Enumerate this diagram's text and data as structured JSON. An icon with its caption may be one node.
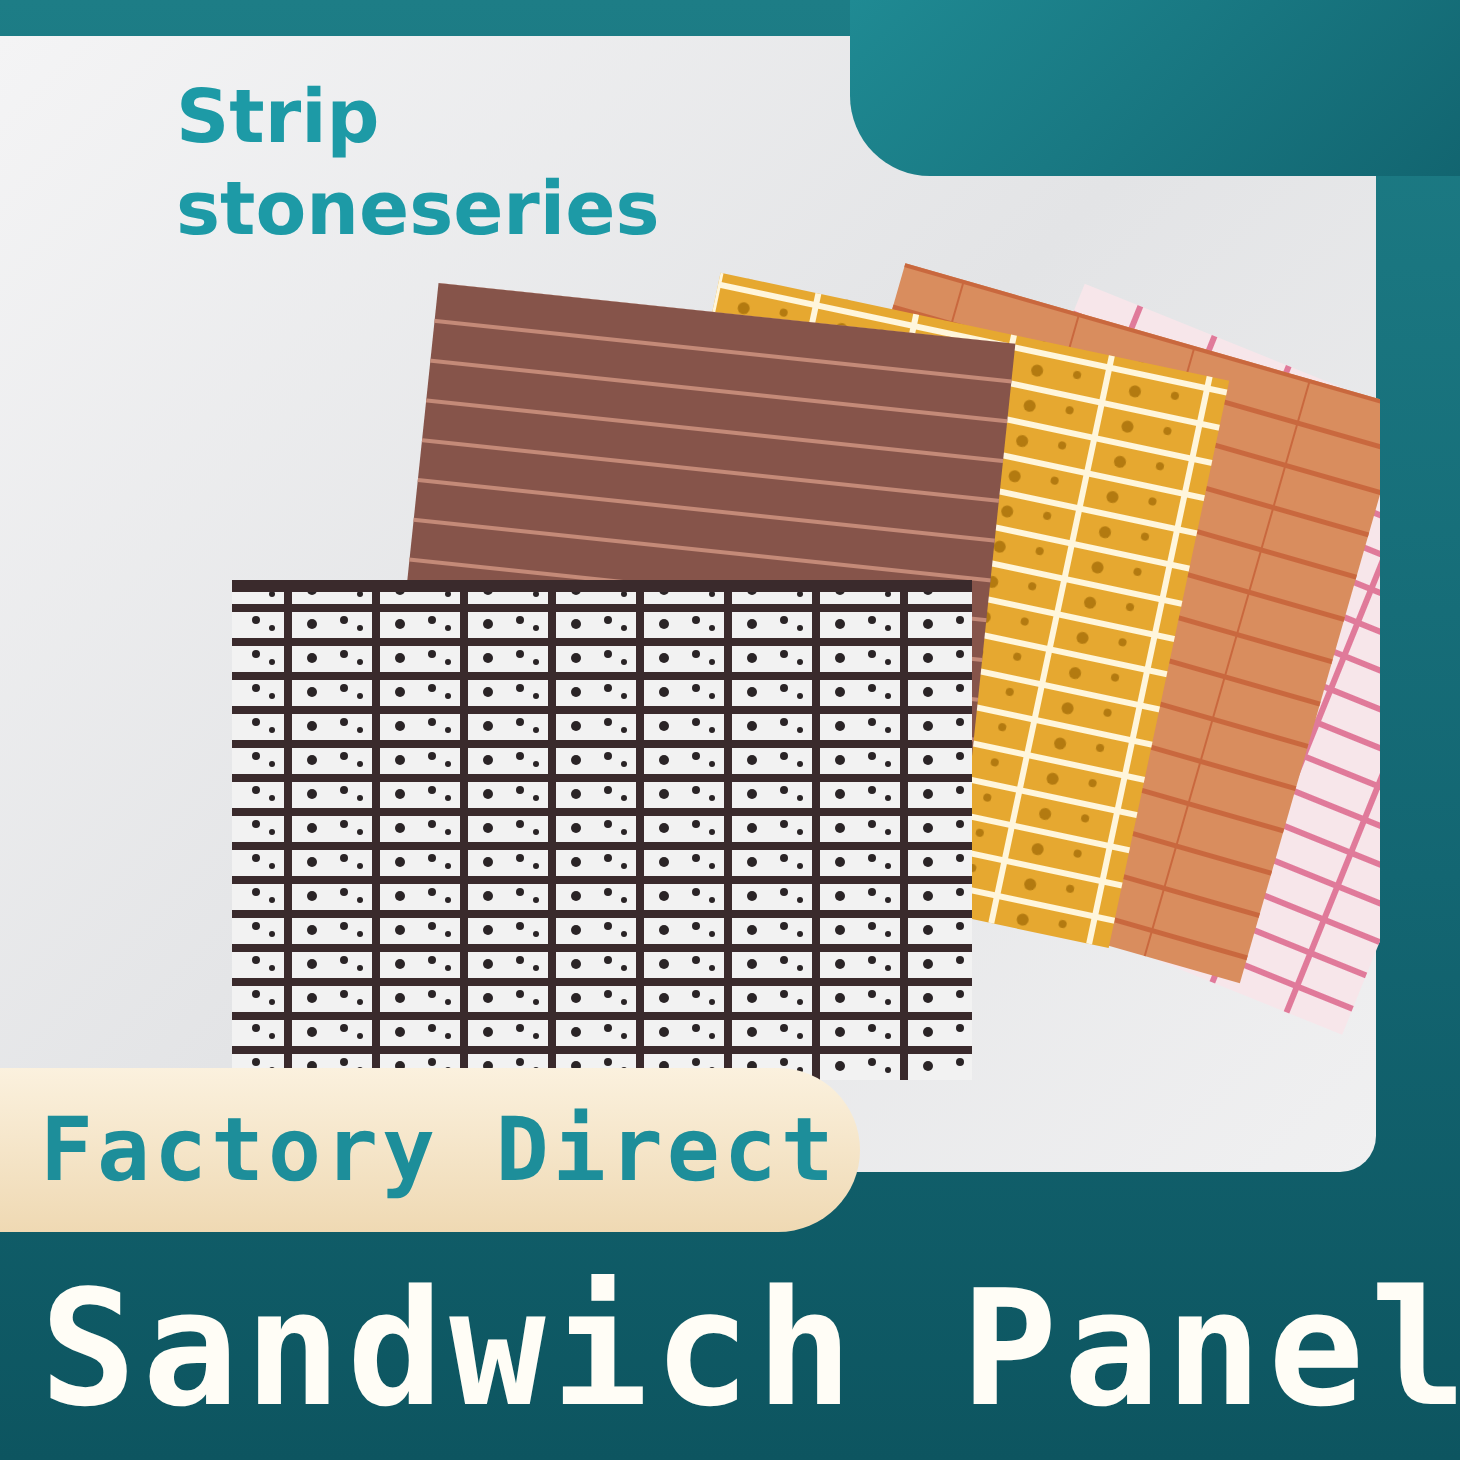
{
  "diagram": {
    "nodes": [
      {
        "text": [
          "Factory Direct"
        ]
      }
    ],
    "labels": [
      "Strip stoneseries",
      "Sandwich Panel"
    ]
  }
}
